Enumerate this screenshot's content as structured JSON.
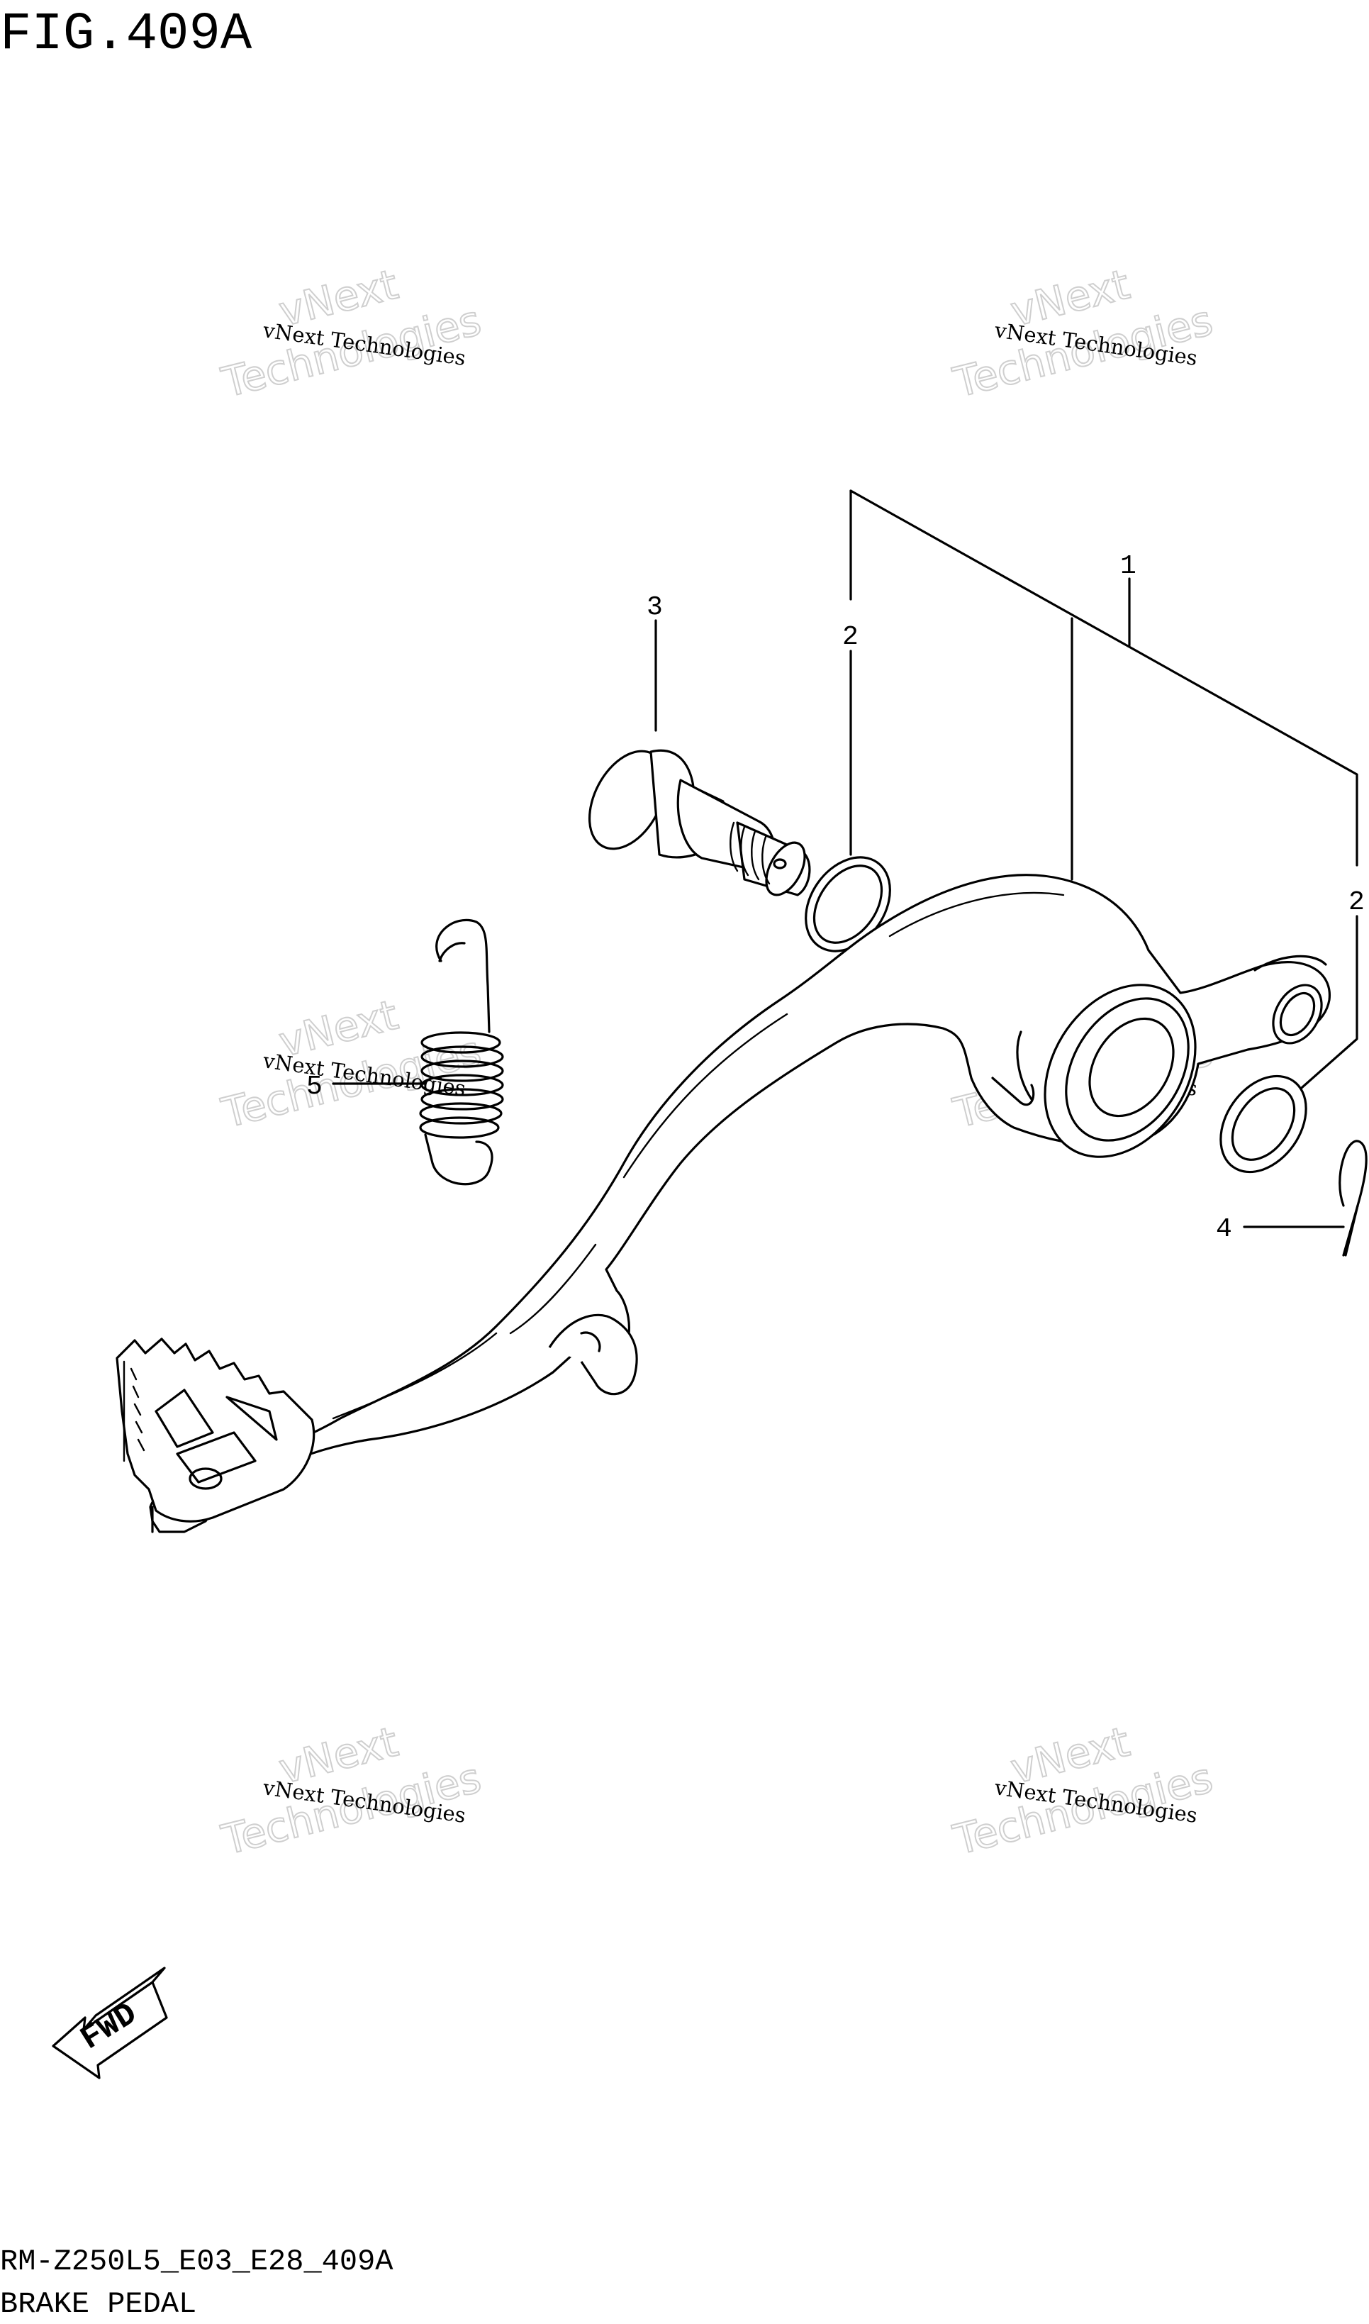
{
  "figure": {
    "title": "FIG.409A",
    "code": "RM-Z250L5_E03_E28_409A",
    "name": "BRAKE PEDAL"
  },
  "callouts": [
    {
      "id": "c1",
      "label": "1"
    },
    {
      "id": "c2a",
      "label": "2"
    },
    {
      "id": "c2b",
      "label": "2"
    },
    {
      "id": "c3",
      "label": "3"
    },
    {
      "id": "c4",
      "label": "4"
    },
    {
      "id": "c5",
      "label": "5"
    }
  ],
  "watermark": {
    "text_small": "vNext Technologies",
    "text_big_1": "vNext",
    "text_big_2": "Technologies"
  },
  "fwd_label": "FWD"
}
